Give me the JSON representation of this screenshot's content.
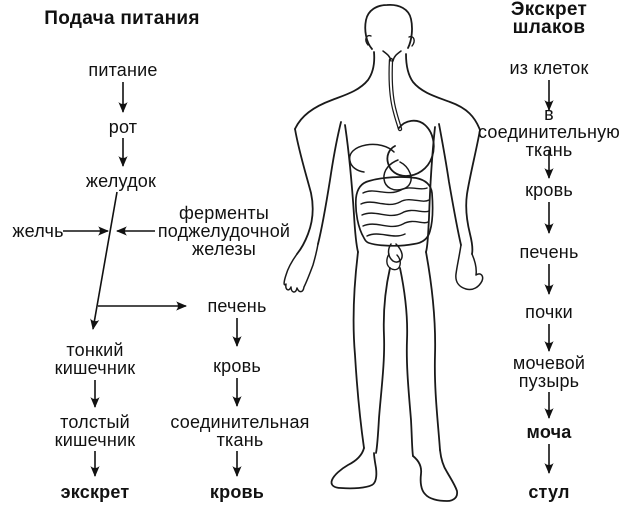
{
  "colors": {
    "ink": "#111111",
    "background": "#ffffff"
  },
  "left_flow": {
    "title": "Подача питания",
    "food": "питание",
    "mouth": "рот",
    "stomach": "желудок",
    "bile": "желчь",
    "pancreatic_enzymes": "ферменты\nподжелудочной\nжелезы",
    "small_intestine": "тонкий\nкишечник",
    "large_intestine": "толстый\nкишечник",
    "excrement": "экскрет"
  },
  "middle_flow": {
    "liver": "печень",
    "blood": "кровь",
    "connective_tissue": "соединительная\nткань",
    "blood_final": "кровь"
  },
  "right_flow": {
    "title": "Экскрет шлаков",
    "from_cells": "из клеток",
    "into_connective_tissue": "в соединительную\nткань",
    "blood": "кровь",
    "liver": "печень",
    "kidneys": "почки",
    "bladder": "мочевой\nпузырь",
    "urine": "моча",
    "stool": "стул"
  },
  "figure": {
    "name": "human-body-with-digestive-tract"
  },
  "edges": [
    {
      "from": "питание",
      "to": "рот"
    },
    {
      "from": "рот",
      "to": "желудок"
    },
    {
      "from": "желудок",
      "to": "тонкий кишечник"
    },
    {
      "from": "желчь",
      "to": "пищеварительный тракт"
    },
    {
      "from": "ферменты поджелудочной железы",
      "to": "пищеварительный тракт"
    },
    {
      "from": "желудок",
      "to": "печень"
    },
    {
      "from": "тонкий кишечник",
      "to": "толстый кишечник"
    },
    {
      "from": "толстый кишечник",
      "to": "экскрет"
    },
    {
      "from": "печень",
      "to": "кровь"
    },
    {
      "from": "кровь",
      "to": "соединительная ткань"
    },
    {
      "from": "соединительная ткань",
      "to": "кровь"
    },
    {
      "from": "из клеток",
      "to": "в соединительную ткань"
    },
    {
      "from": "в соединительную ткань",
      "to": "кровь"
    },
    {
      "from": "кровь",
      "to": "печень"
    },
    {
      "from": "печень",
      "to": "почки"
    },
    {
      "from": "почки",
      "to": "мочевой пузырь"
    },
    {
      "from": "мочевой пузырь",
      "to": "моча"
    },
    {
      "from": "моча",
      "to": "стул"
    }
  ]
}
